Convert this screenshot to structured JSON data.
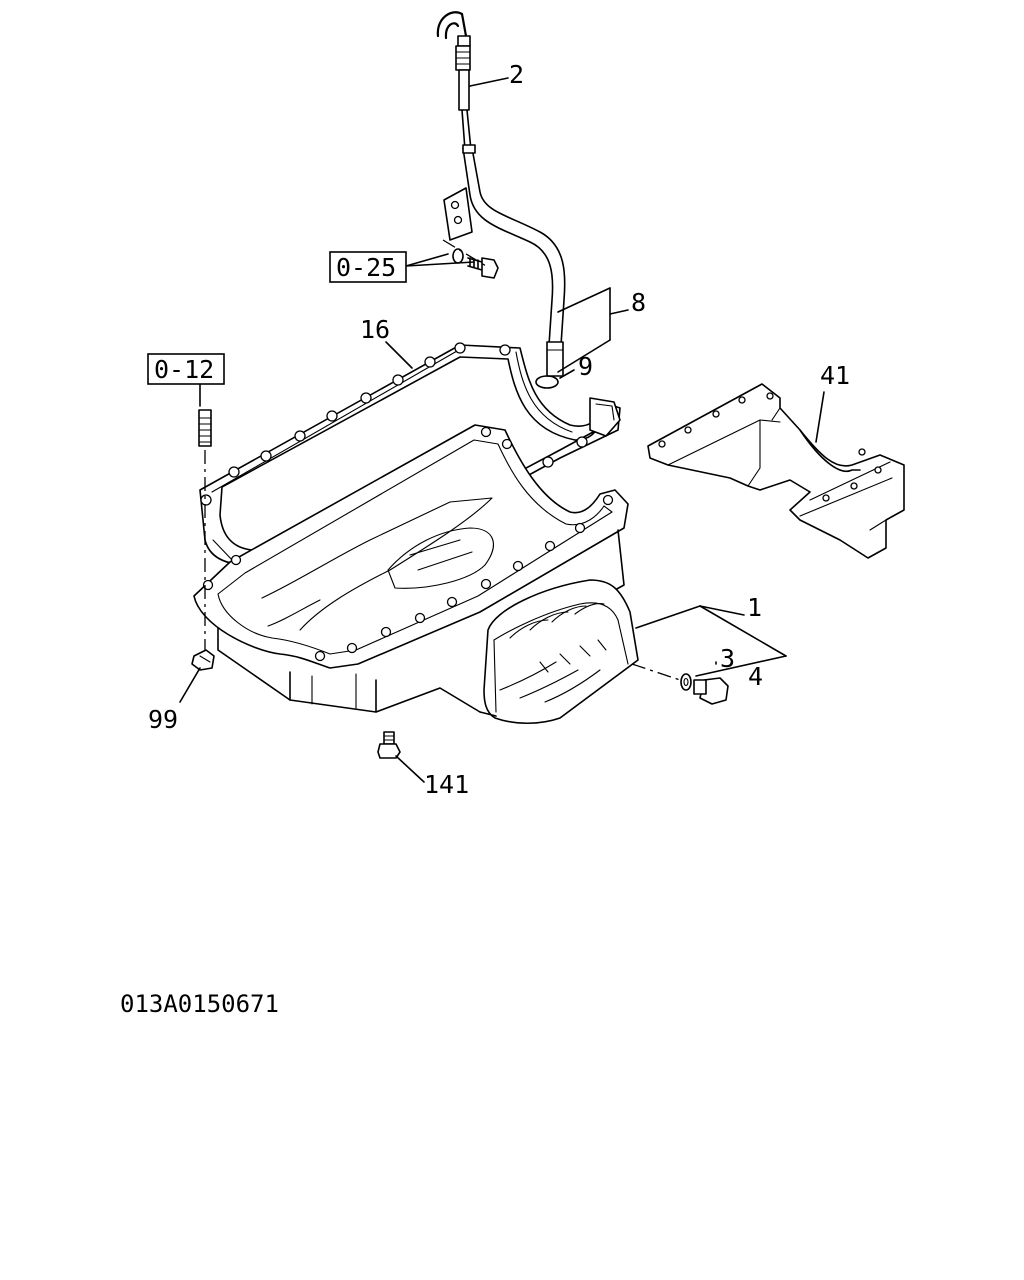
{
  "callouts": {
    "dipstick": "2",
    "guide_tube": "8",
    "o_ring": "9",
    "gasket": "16",
    "stiffener": "41",
    "oil_pan": "1",
    "washer": "3",
    "drain_plug": "4",
    "nut": "99",
    "bolt": "141"
  },
  "references": {
    "ref_upper": "0-25",
    "ref_left": "0-12"
  },
  "drawing_code": "013A0150671"
}
